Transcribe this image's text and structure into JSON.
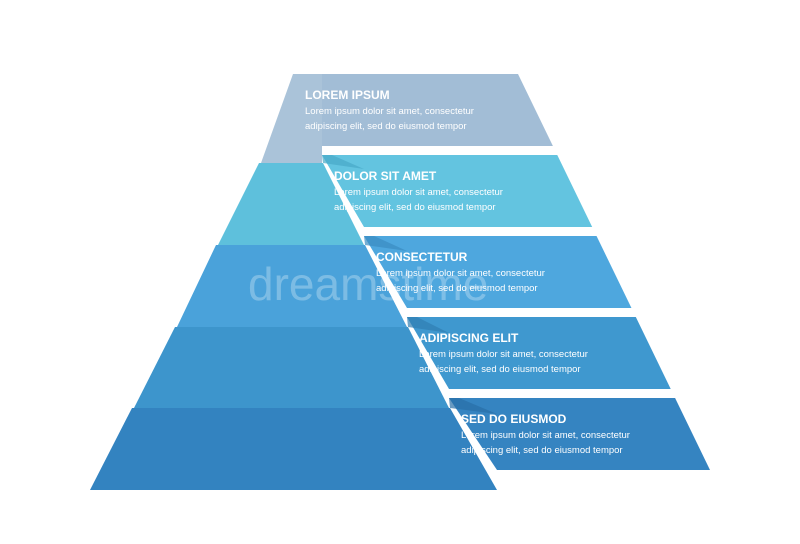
{
  "diagram": {
    "layers": [
      {
        "title": "LOREM IPSUM",
        "line1": "Lorem ipsum dolor sit amet, consectetur",
        "line2": "adipiscing elit, sed do eiusmod tempor",
        "front": "#aac3d9",
        "panel": "#a2bdd6",
        "side": "#8eaac6"
      },
      {
        "title": "DOLOR SIT AMET",
        "line1": "Lorem ipsum dolor sit amet, consectetur",
        "line2": "adipiscing elit, sed do eiusmod tempor",
        "front": "#5ec0dc",
        "panel": "#63c4e0",
        "side": "#49aac8"
      },
      {
        "title": "CONSECTETUR",
        "line1": "Lorem ipsum dolor sit amet, consectetur",
        "line2": "adipiscing elit, sed do eiusmod tempor",
        "front": "#4aa2da",
        "panel": "#4ea7de",
        "side": "#3a8cc2"
      },
      {
        "title": "ADIPISCING ELIT",
        "line1": "Lorem ipsum dolor sit amet, consectetur",
        "line2": "adipiscing elit, sed do eiusmod tempor",
        "front": "#3d95cc",
        "panel": "#3f98cf",
        "side": "#317fb2"
      },
      {
        "title": "SED DO EIUSMOD",
        "line1": "Lorem ipsum dolor sit amet, consectetur",
        "line2": "adipiscing elit, sed do eiusmod tempor",
        "front": "#3383c0",
        "panel": "#3584c1",
        "side": "#2a6fa6"
      }
    ]
  }
}
